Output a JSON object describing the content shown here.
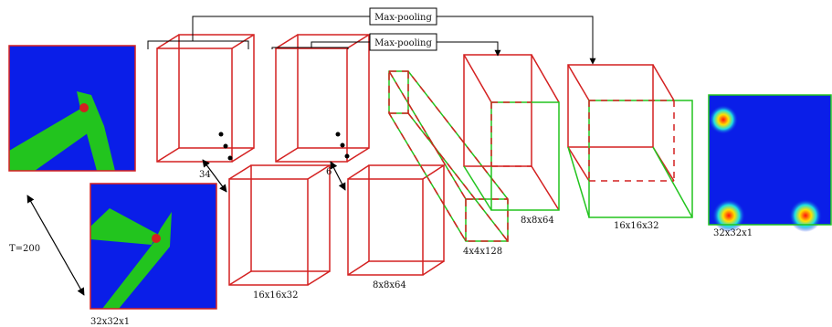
{
  "colors": {
    "red": "#d42020",
    "green": "#22c41e",
    "blue": "#0a1ee8",
    "black": "#000000"
  },
  "inputs": {
    "frame_top": {
      "label": ""
    },
    "frame_bottom": {
      "label": "32x32x1"
    },
    "time_gap": "T=200"
  },
  "encoder": {
    "cube1": {
      "label": ""
    },
    "cube1_depth": "34",
    "cube2": {
      "label": "16x16x32"
    },
    "cube3": {
      "label": ""
    },
    "cube3_depth": "6",
    "cube4": {
      "label": "8x8x64"
    },
    "bottleneck": {
      "label": "4x4x128"
    }
  },
  "decoder": {
    "cube5": {
      "label": "8x8x64"
    },
    "cube6": {
      "label": "16x16x32"
    }
  },
  "output": {
    "label": "32x32x1"
  },
  "skip_connections": [
    {
      "label": "Max-pooling"
    },
    {
      "label": "Max-pooling"
    }
  ],
  "icons": [
    "ellipsis-dots-icon",
    "double-arrow-icon",
    "skip-arrow-icon"
  ]
}
